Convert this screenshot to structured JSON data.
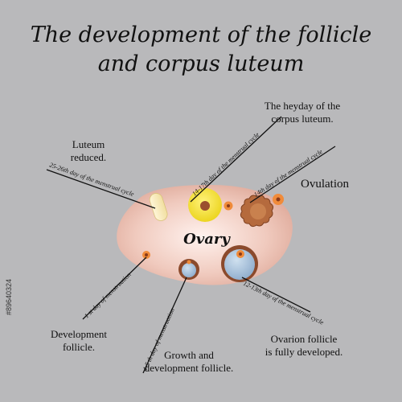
{
  "title": {
    "line1": "The development of the follicle",
    "line2": "and corpus luteum"
  },
  "center_label": "Ovary",
  "labels": {
    "heyday": [
      "The heyday of the",
      "corpus luteum."
    ],
    "luteum_reduced": [
      "Luteum",
      "reduced."
    ],
    "ovulation": "Ovulation",
    "development": [
      "Development",
      "follicle."
    ],
    "growth": [
      "Growth  and",
      "development follicle."
    ],
    "ovarion": [
      "Ovarion follicle",
      "is fully developed."
    ]
  },
  "stage_days": {
    "luteum_reduced": "25-26th day of the menstrual cycle",
    "heyday": "14-17th day of the menstrual cycle",
    "ovulation": "14th day of the menstrual cycle",
    "development": "1 st day of menstruation",
    "growth": "4-5 th day of menstruation",
    "ovarion": "12-13th day of the menstrual cycle"
  },
  "stock_id": "#89640324",
  "colors": {
    "background": "#b9b9bb",
    "ovary_fill": "#e6b3a7",
    "corpus_luteum": "#f0df2a",
    "follicle_brown": "#8b4a2c",
    "follicle_blue": "#9fb9d4",
    "small_follicle": "#f08b3a"
  }
}
